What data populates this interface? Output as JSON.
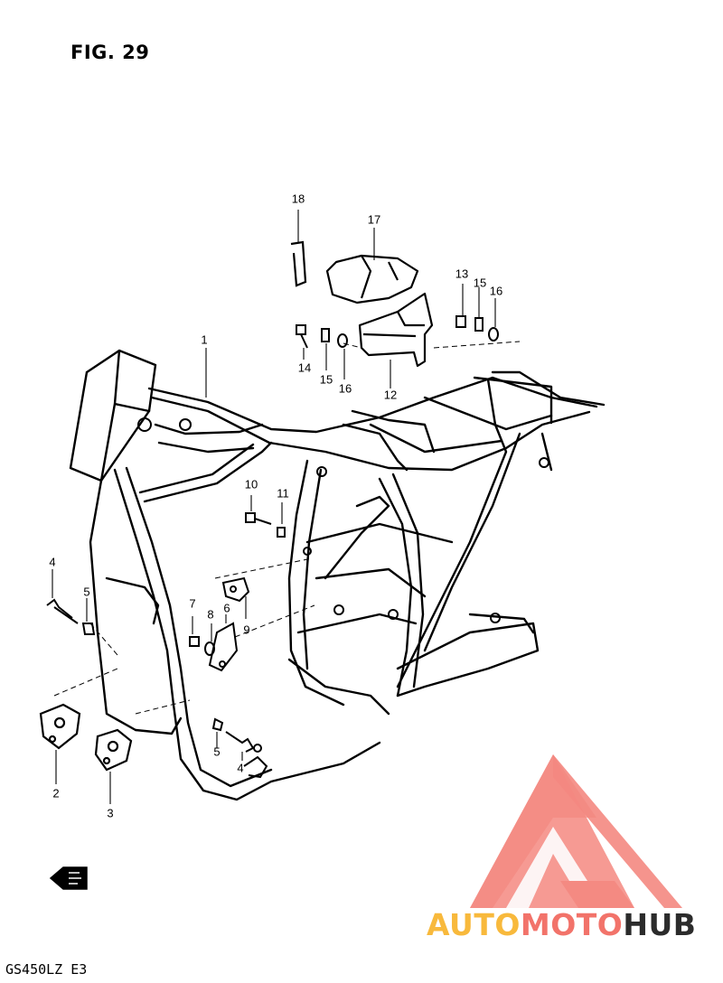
{
  "figure_label": "FIG. 29",
  "model_code": "GS450LZ E3",
  "parts": [
    {
      "number": "1"
    },
    {
      "number": "2"
    },
    {
      "number": "3"
    },
    {
      "number": "4"
    },
    {
      "number": "4"
    },
    {
      "number": "5"
    },
    {
      "number": "5"
    },
    {
      "number": "6"
    },
    {
      "number": "7"
    },
    {
      "number": "8"
    },
    {
      "number": "9"
    },
    {
      "number": "10"
    },
    {
      "number": "11"
    },
    {
      "number": "12"
    },
    {
      "number": "13"
    },
    {
      "number": "14"
    },
    {
      "number": "15"
    },
    {
      "number": "15"
    },
    {
      "number": "16"
    },
    {
      "number": "16"
    },
    {
      "number": "17"
    },
    {
      "number": "18"
    }
  ],
  "watermark": {
    "part1": "AUTO",
    "part2": "MOTO",
    "part3": "HUB",
    "color_primary": "#f2736a",
    "color_secondary": "#f8b93c",
    "color_dark": "#2b2b2b"
  },
  "icons": {
    "front_arrow": "front-direction-arrow-icon",
    "logo": "automotohub-logo-icon"
  }
}
